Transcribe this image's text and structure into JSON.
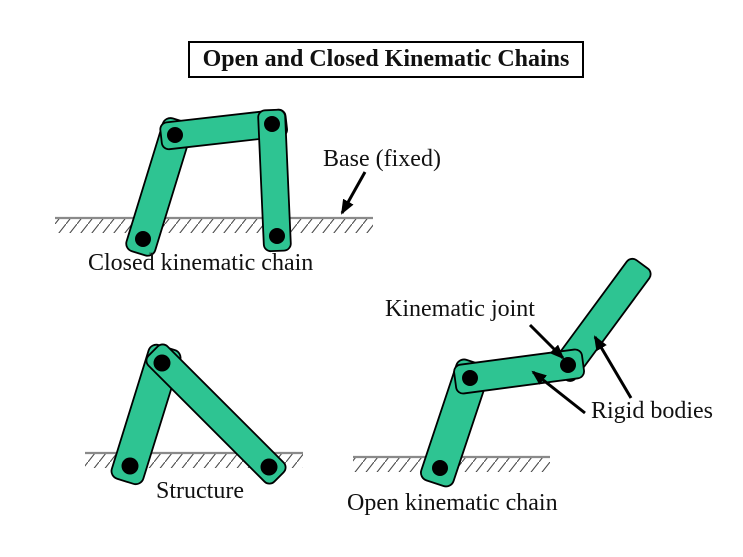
{
  "slide": {
    "title": "Open and Closed Kinematic Chains"
  },
  "labels": {
    "closed_chain_caption": "Closed kinematic chain",
    "base_annotation": "Base (fixed)",
    "structure_caption": "Structure",
    "kinematic_joint_annotation": "Kinematic joint",
    "rigid_bodies_annotation": "Rigid bodies",
    "open_chain_caption": "Open kinematic chain"
  },
  "colors": {
    "background": "#ffffff",
    "link_fill": "#2ec492",
    "link_stroke": "#000000",
    "joint_fill": "#000000",
    "ground_line": "#8a8a8a",
    "hatch_stroke": "#4a4a4a",
    "arrow": "#000000",
    "text": "#111111",
    "title_border": "#000000"
  },
  "figures": [
    {
      "name": "closed kinematic chain",
      "links": 3,
      "joints": 4,
      "grounded_ends": 2
    },
    {
      "name": "structure",
      "links": 2,
      "joints": 3,
      "grounded_ends": 2
    },
    {
      "name": "open kinematic chain",
      "links": 3,
      "joints": 3,
      "grounded_ends": 1,
      "free_ends": 1
    }
  ]
}
